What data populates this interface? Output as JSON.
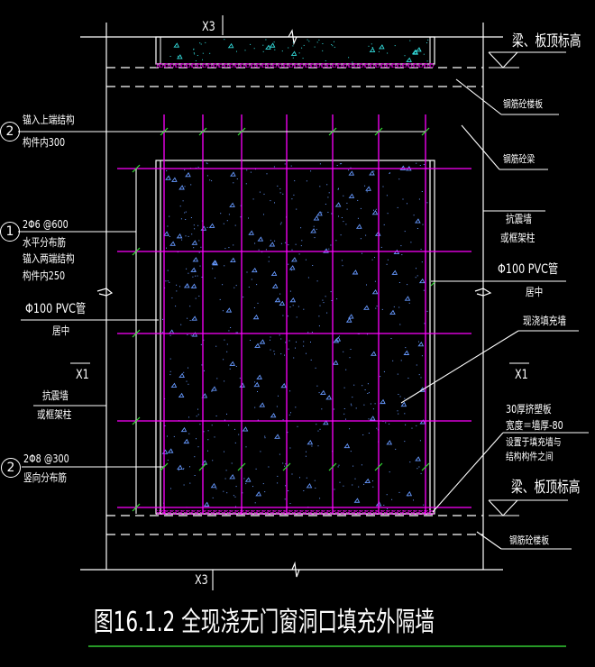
{
  "drawing": {
    "title": "图16.1.2  全现浇无门窗洞口填充外隔墙",
    "colors": {
      "background": "#000000",
      "lines": "#ffffff",
      "rebar": "#ff00ff",
      "rebar_ticks": "#33dd33",
      "concrete_fill_wall": "#6699ff",
      "concrete_fill_slab": "#33dddd",
      "title_underline": "#33cc33"
    }
  },
  "dimensions": {
    "top_axis": "X3",
    "bottom_axis": "X3",
    "left_axis": "X1",
    "right_axis": "X1"
  },
  "annotations": {
    "left": {
      "callout_2_top": {
        "number": "2",
        "line1": "锚入上端结构",
        "line2": "构件内300"
      },
      "callout_1": {
        "number": "1",
        "line1": "2Φ6 @600",
        "line2": "水平分布筋",
        "line3": "锚入两端结构",
        "line4": "构件内250"
      },
      "pvc_pipe": {
        "line1": "Φ100 PVC管",
        "line2": "居中"
      },
      "seismic_wall": {
        "line1": "抗震墙",
        "line2": "或框架柱"
      },
      "callout_2_bottom": {
        "number": "2",
        "line1": "2Φ8 @300",
        "line2": "竖向分布筋"
      }
    },
    "right": {
      "top_elevation": "梁、板顶标高",
      "rc_floor_slab_top": "钢筋砼楼板",
      "rc_beam": "钢筋砼梁",
      "seismic_wall": {
        "line1": "抗震墙",
        "line2": "或框架柱"
      },
      "pvc_pipe": {
        "line1": "Φ100 PVC管",
        "line2": "居中"
      },
      "cast_in_place_wall": "现浇填充墙",
      "eps_board": {
        "line1": "30厚挤塑板",
        "line2": "宽度＝墙厚-80",
        "line3": "设置于填充墙与",
        "line4": "结构构件之间"
      },
      "bottom_elevation": "梁、板顶标高",
      "rc_floor_slab_bottom": "钢筋砼楼板"
    }
  }
}
